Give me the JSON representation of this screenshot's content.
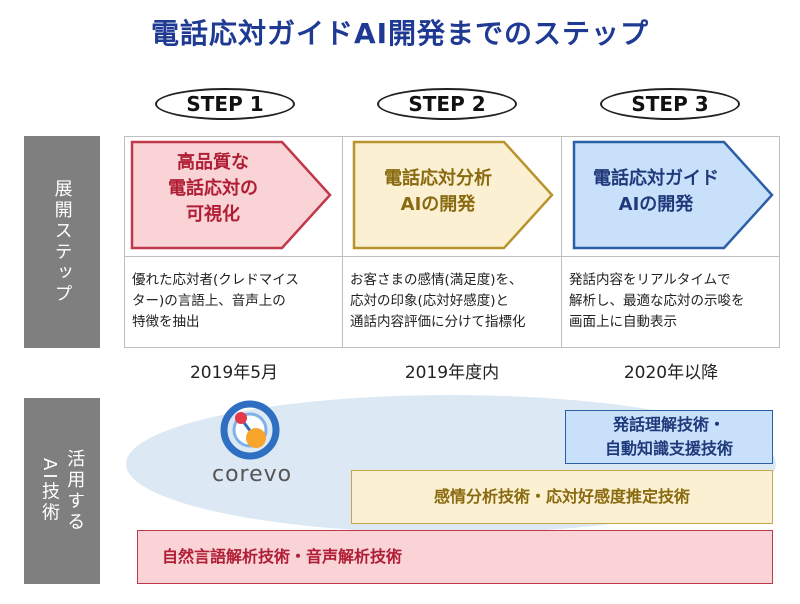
{
  "title": "電話応対ガイドAI開発までのステップ",
  "steps": [
    {
      "label": "STEP 1",
      "arrow_lines": [
        "高品質な",
        "電話応対の",
        "可視化"
      ],
      "description_lines": [
        "優れた応対者(クレドマイス",
        "ター)の言語上、音声上の",
        "特徴を抽出"
      ],
      "date": "2019年5月",
      "fill": "#f9d3d6",
      "stroke": "#c0394b",
      "text_color": "#b01e35"
    },
    {
      "label": "STEP 2",
      "arrow_lines": [
        "電話応対分析",
        "AIの開発"
      ],
      "description_lines": [
        "お客さまの感情(満足度)を、",
        "応対の印象(応対好感度)と",
        "通話内容評価に分けて指標化"
      ],
      "date": "2019年度内",
      "fill": "#fbf1d2",
      "stroke": "#b8942f",
      "text_color": "#8a6a10"
    },
    {
      "label": "STEP 3",
      "arrow_lines": [
        "電話応対ガイド",
        "AIの開発"
      ],
      "description_lines": [
        "発話内容をリアルタイムで",
        "解析し、最適な応対の示唆を",
        "画面上に自動表示"
      ],
      "date": "2020年以降",
      "fill": "#c9e0fb",
      "stroke": "#2a5fa8",
      "text_color": "#1f3a7a"
    }
  ],
  "side_labels": {
    "stages": "展開ステップ",
    "tech_line1": "活用する",
    "tech_line2": "AI技術"
  },
  "logo": {
    "text": "corevo",
    "icon": "corevo-molecule-icon"
  },
  "tech": {
    "nlp": "自然言語解析技術・音声解析技術",
    "emotion": "感情分析技術・応対好感度推定技術",
    "speech_line1": "発話理解技術・",
    "speech_line2": "自動知識支援技術"
  },
  "colors": {
    "title": "#1f3a93",
    "side": "#7f7f7f",
    "ellipse": "#dce9f5"
  }
}
